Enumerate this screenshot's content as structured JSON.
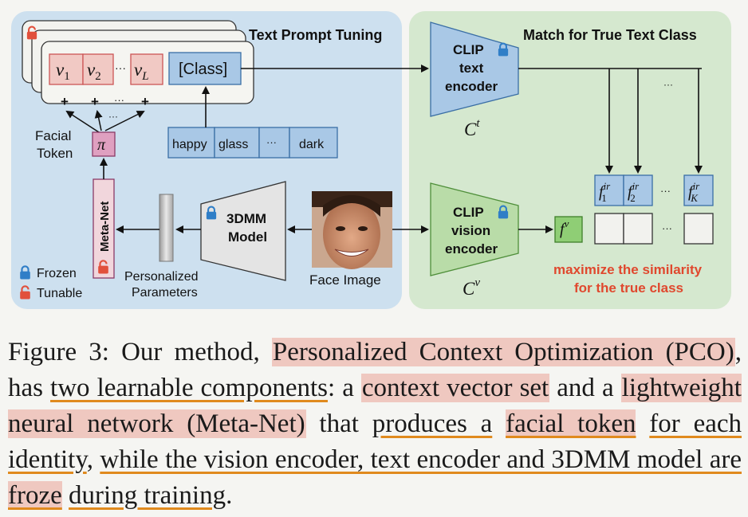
{
  "left_panel": {
    "title": "Text Prompt Tuning",
    "tokens": [
      "v",
      "v",
      "···",
      "v"
    ],
    "token_subs": [
      "1",
      "2",
      "",
      "L"
    ],
    "class_token": "[Class]",
    "plus": "+",
    "dots": "···",
    "facial_token_label": [
      "Facial",
      "Token"
    ],
    "pi": "π",
    "class_words": [
      "happy",
      "glass",
      "···",
      "dark"
    ],
    "meta_net": "Meta-Net",
    "model_label": [
      "3DMM",
      "Model"
    ],
    "params_label": [
      "Personalized",
      "Parameters"
    ],
    "face_label": "Face Image",
    "legend": {
      "frozen": "Frozen",
      "tunable": "Tunable"
    }
  },
  "right_panel": {
    "title": "Match for True Text Class",
    "text_encoder": [
      "CLIP",
      "text",
      "encoder"
    ],
    "text_symbol": "C",
    "text_sup": "t",
    "vision_encoder": [
      "CLIP",
      "vision",
      "encoder"
    ],
    "vision_symbol": "C",
    "vision_sup": "v",
    "fv": "f",
    "fv_sup": "v",
    "features": [
      {
        "base": "f",
        "sup": "ir",
        "sub": "1"
      },
      {
        "base": "f",
        "sup": "ir",
        "sub": "2"
      },
      {
        "base": "···",
        "sup": "",
        "sub": ""
      },
      {
        "base": "f",
        "sup": "ir",
        "sub": "K"
      }
    ],
    "maximize": [
      "maximize the similarity",
      "for the true class"
    ],
    "dots": "···"
  },
  "colors": {
    "blue_panel": "#cde0ef",
    "green_panel": "#d5e8cf",
    "encoder_blue": "#a9c8e6",
    "encoder_green": "#b9dca8",
    "token_pink": "#f1c9c4",
    "pi_pink": "#dfa0c0",
    "lock_blue": "#2f7ec7",
    "lock_red": "#e1503c",
    "red_text": "#e0482e"
  },
  "caption": {
    "t1": "Figure 3: Our method, ",
    "t2": "Personalized Context Optimization (PCO)",
    "t3": ", has ",
    "t4": "two learnable components",
    "t5": ": a ",
    "t6": "context vector set",
    "t7": " and a ",
    "t8": "lightweight neural network (Meta-Net)",
    "t9": " that ",
    "t10": "produces a",
    "t11": "facial token",
    "t12": " ",
    "t13": "for each identity",
    "t14": ", ",
    "t15": "while the vision encoder, text encoder and 3DMM model are ",
    "t16": "froze",
    "t17": " ",
    "t18": "during training",
    "t19": "."
  }
}
